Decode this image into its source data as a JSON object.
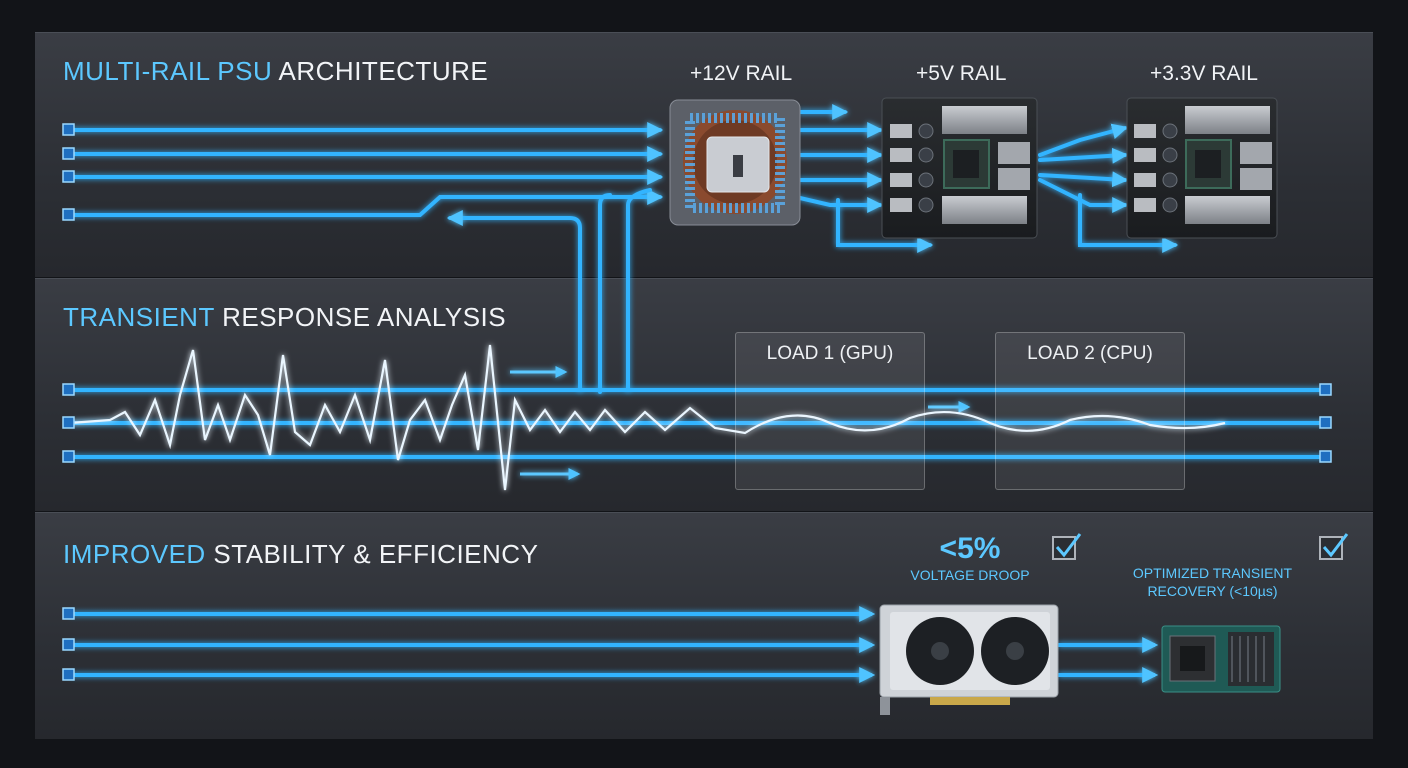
{
  "sections": [
    {
      "highlight": "MULTI-RAIL PSU",
      "rest": " ARCHITECTURE"
    },
    {
      "highlight": "TRANSIENT",
      "rest": " RESPONSE ANALYSIS"
    },
    {
      "highlight": "IMPROVED",
      "rest": " STABILITY & EFFICIENCY"
    }
  ],
  "rails": [
    "+12V RAIL",
    "+5V RAIL",
    "+3.3V RAIL"
  ],
  "loads": [
    "LOAD 1 (GPU)",
    "LOAD 2 (CPU)"
  ],
  "results": {
    "droop_value": "<5%",
    "droop_label": "VOLTAGE DROOP",
    "recovery_line1": "OPTIMIZED TRANSIENT",
    "recovery_line2": "RECOVERY (<10µs)"
  },
  "colors": {
    "accent": "#5cc8ff",
    "line": "#2aa8ff",
    "glow": "#1e90ff"
  },
  "icons": [
    "transformer-icon",
    "vrm-board-icon",
    "gpu-card-icon",
    "cpu-module-icon",
    "checkbox-checked-icon"
  ]
}
